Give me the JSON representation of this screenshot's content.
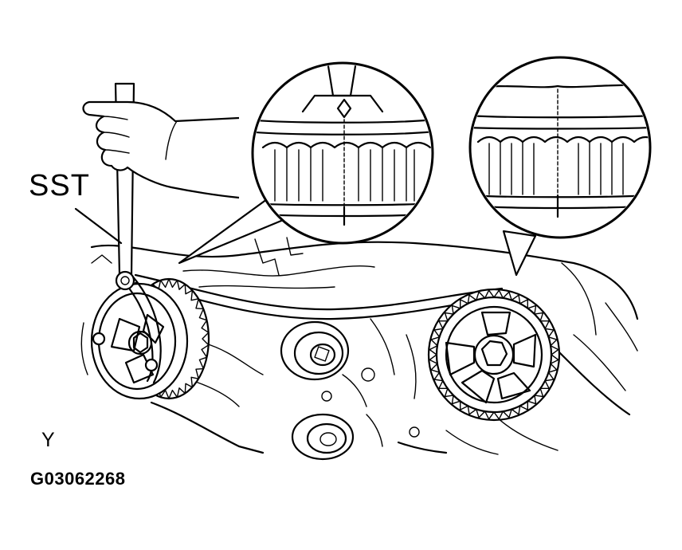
{
  "labels": {
    "tool": "SST",
    "view": "Y",
    "figure_code": "G03062268"
  }
}
